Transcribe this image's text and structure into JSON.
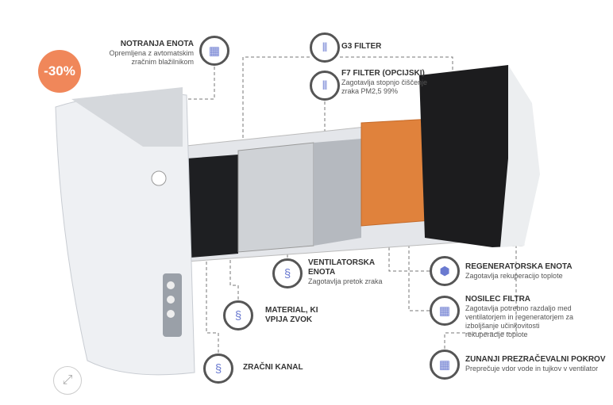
{
  "badge": {
    "label": "-30%",
    "color": "#f0875a"
  },
  "expand": {
    "icon": "expand-arrows-icon"
  },
  "callouts": [
    {
      "title": "NOTRANJA ENOTA",
      "desc": "Opremljena z avtomatskim zračnim blažilnikom",
      "icon": "grid-icon"
    },
    {
      "title": "G3 FILTER",
      "desc": "",
      "icon": "filter-icon"
    },
    {
      "title": "F7 FILTER (OPCIJSKI)",
      "desc": "Zagotavlja stopnjo čiščenje zraka PM2,5 99%",
      "icon": "filter-icon"
    },
    {
      "title": "VENTILATORSKA ENOTA",
      "desc": "Zagotavlja pretok zraka",
      "icon": "heat-waves-icon"
    },
    {
      "title": "MATERIAL, KI VPIJA ZVOK",
      "desc": "",
      "icon": "heat-waves-icon"
    },
    {
      "title": "ZRAČNI KANAL",
      "desc": "",
      "icon": "heat-waves-icon"
    },
    {
      "title": "REGENERATORSKA ENOTA",
      "desc": "Zagotavlja rekuperacijo toplote",
      "icon": "cells-icon"
    },
    {
      "title": "NOSILEC FILTRA",
      "desc": "Zagotavlja potrebno razdaljo med ventilatorjem in regeneratorjem za izboljšanje učinkovitosti rekuperacije toplote",
      "icon": "grid-icon"
    },
    {
      "title": "ZUNANJI PREZRAČEVALNI POKROV",
      "desc": "Preprečuje vdor vode in tujkov v ventilator",
      "icon": "grid-icon"
    }
  ]
}
